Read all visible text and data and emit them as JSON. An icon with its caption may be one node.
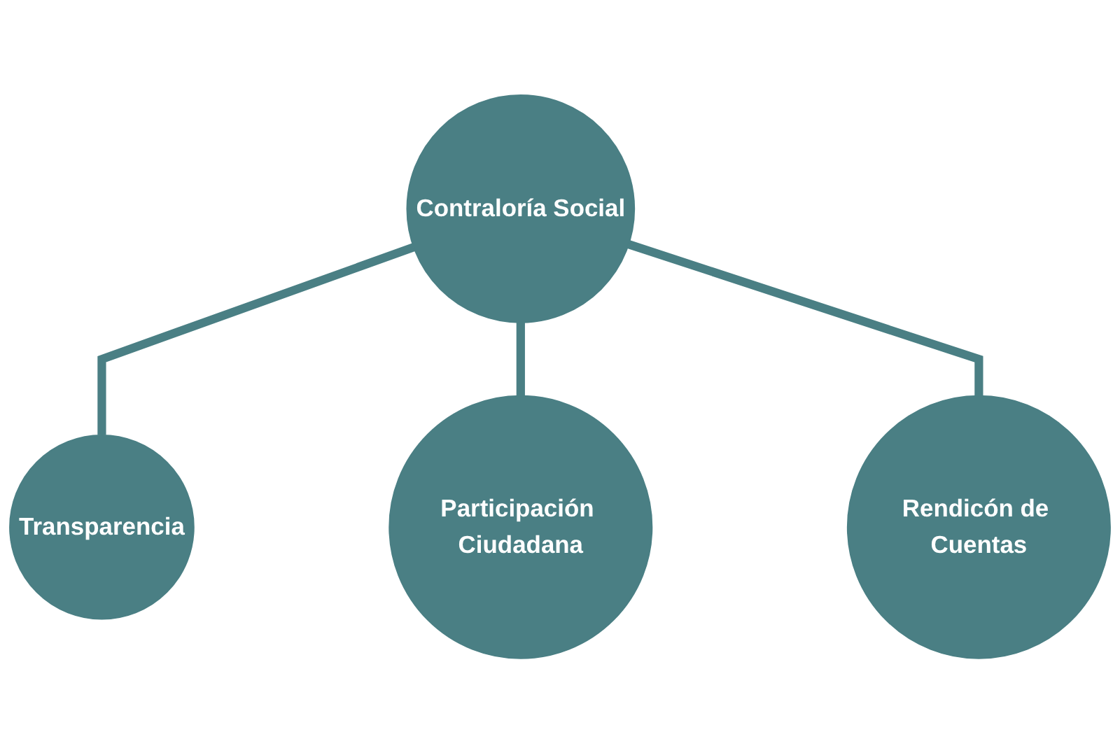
{
  "diagram": {
    "nodes": [
      {
        "text": [
          "Transparencia"
        ]
      },
      {
        "text": [
          "Contraloría Social"
        ]
      },
      {
        "text": [
          "Participación Ciudadana"
        ]
      },
      {
        "text": [
          "Rendicón de Cuentas"
        ]
      }
    ],
    "edges": [
      {
        "from": 1,
        "to": 0,
        "arrow": "none"
      },
      {
        "from": 1,
        "to": 2,
        "arrow": "none"
      },
      {
        "from": 1,
        "to": 3,
        "arrow": "none"
      }
    ]
  }
}
